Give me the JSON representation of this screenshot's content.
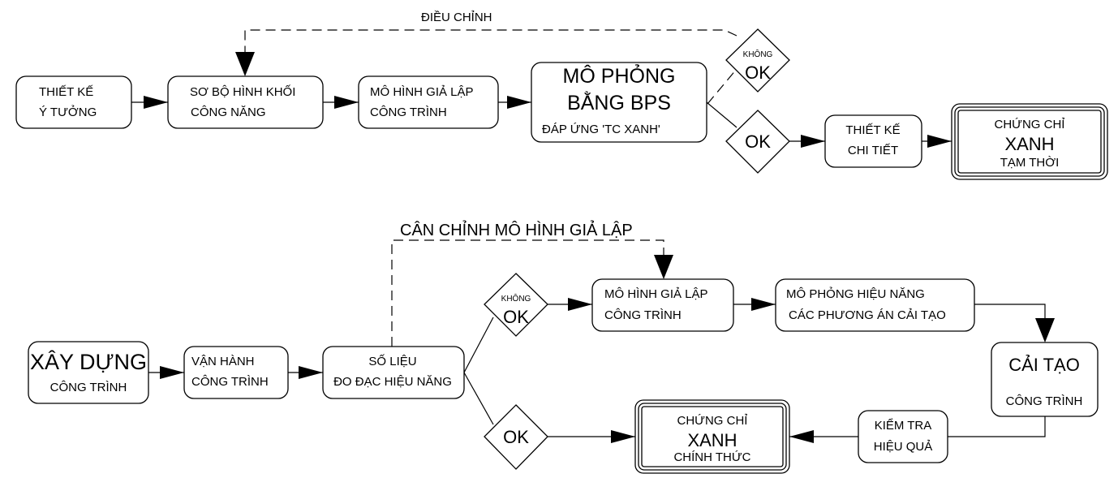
{
  "diagram": {
    "design_flow": {
      "feedback_label": "ĐIỀU CHỈNH",
      "nodes": [
        {
          "id": "concept-design",
          "lines": [
            "THIẾT KẾ",
            "Ý TƯỞNG"
          ]
        },
        {
          "id": "preliminary-massing",
          "lines": [
            "SƠ BỘ HÌNH KHỐI",
            "CÔNG NĂNG"
          ]
        },
        {
          "id": "simulation-model",
          "lines": [
            "MÔ HÌNH GIẢ LẬP",
            "CÔNG TRÌNH"
          ]
        },
        {
          "id": "bps-simulation",
          "lines": [
            "MÔ PHỎNG",
            "BẰNG BPS",
            "ĐÁP ỨNG 'TC XANH'"
          ]
        },
        {
          "id": "detailed-design",
          "lines": [
            "THIẾT KẾ",
            "CHI TIẾT"
          ]
        },
        {
          "id": "temp-certificate",
          "lines": [
            "CHỨNG CHỈ",
            "XANH",
            "TẠM THỜI"
          ]
        }
      ],
      "decisions": {
        "not_ok": {
          "small": "KHÔNG",
          "big": "OK"
        },
        "ok": {
          "big": "OK"
        }
      }
    },
    "operation_flow": {
      "feedback_label": "CÂN CHỈNH MÔ HÌNH GIẢ LẬP",
      "nodes": [
        {
          "id": "construction",
          "lines": [
            "XÂY DỰNG",
            "CÔNG TRÌNH"
          ]
        },
        {
          "id": "operation",
          "lines": [
            "VẬN HÀNH",
            "CÔNG TRÌNH"
          ]
        },
        {
          "id": "performance-data",
          "lines": [
            "SỐ LIỆU",
            "ĐO ĐẠC HIỆU NĂNG"
          ]
        },
        {
          "id": "simulation-model-2",
          "lines": [
            "MÔ HÌNH GIẢ LẬP",
            "CÔNG TRÌNH"
          ]
        },
        {
          "id": "retrofit-simulation",
          "lines": [
            "MÔ PHỎNG HIỆU NĂNG",
            "CÁC PHƯƠNG ÁN CẢI TẠO"
          ]
        },
        {
          "id": "retrofit",
          "lines": [
            "CẢI TẠO",
            "CÔNG TRÌNH"
          ]
        },
        {
          "id": "effectiveness-check",
          "lines": [
            "KIỂM TRA",
            "HIỆU QUẢ"
          ]
        },
        {
          "id": "official-certificate",
          "lines": [
            "CHỨNG CHỈ",
            "XANH",
            "CHÍNH THỨC"
          ]
        }
      ],
      "decisions": {
        "not_ok": {
          "small": "KHÔNG",
          "big": "OK"
        },
        "ok": {
          "big": "OK"
        }
      }
    }
  }
}
